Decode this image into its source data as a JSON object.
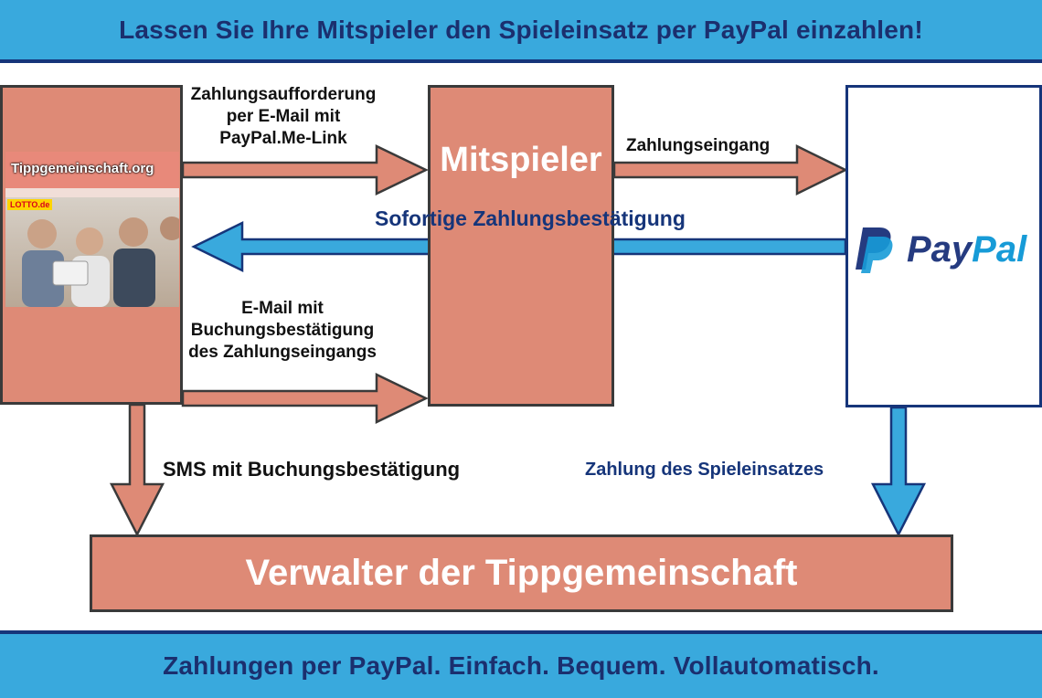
{
  "header": {
    "title": "Lassen Sie Ihre Mitspieler den Spieleinsatz per PayPal einzahlen!"
  },
  "footer": {
    "text": "Zahlungen per PayPal. Einfach. Bequem. Vollautomatisch."
  },
  "source": {
    "site_name": "Tippgemeinschaft.org",
    "badge": "LOTTO.de"
  },
  "nodes": {
    "mitspieler": "Mitspieler",
    "admin": "Verwalter der Tippgemeinschaft",
    "paypal": {
      "pay": "Pay",
      "pal": "Pal"
    }
  },
  "edges": {
    "payment_request": [
      "Zahlungsaufforderung",
      "per E-Mail mit",
      "PayPal.Me-Link"
    ],
    "payment_receipt": "Zahlungseingang",
    "instant_confirmation": "Sofortige Zahlungsbestätigung",
    "booking_email": [
      "E-Mail mit",
      "Buchungsbestätigung",
      "des Zahlungseingangs"
    ],
    "sms": "SMS mit Buchungsbestätigung",
    "stake_payment": "Zahlung des Spieleinsatzes"
  },
  "colors": {
    "banner": "#39a9dd",
    "banner_text": "#1b2f6e",
    "box_fill": "#de8a76",
    "arrow_blue": "#39a9dd",
    "paypal_dark": "#253b80",
    "paypal_light": "#179bd7"
  }
}
